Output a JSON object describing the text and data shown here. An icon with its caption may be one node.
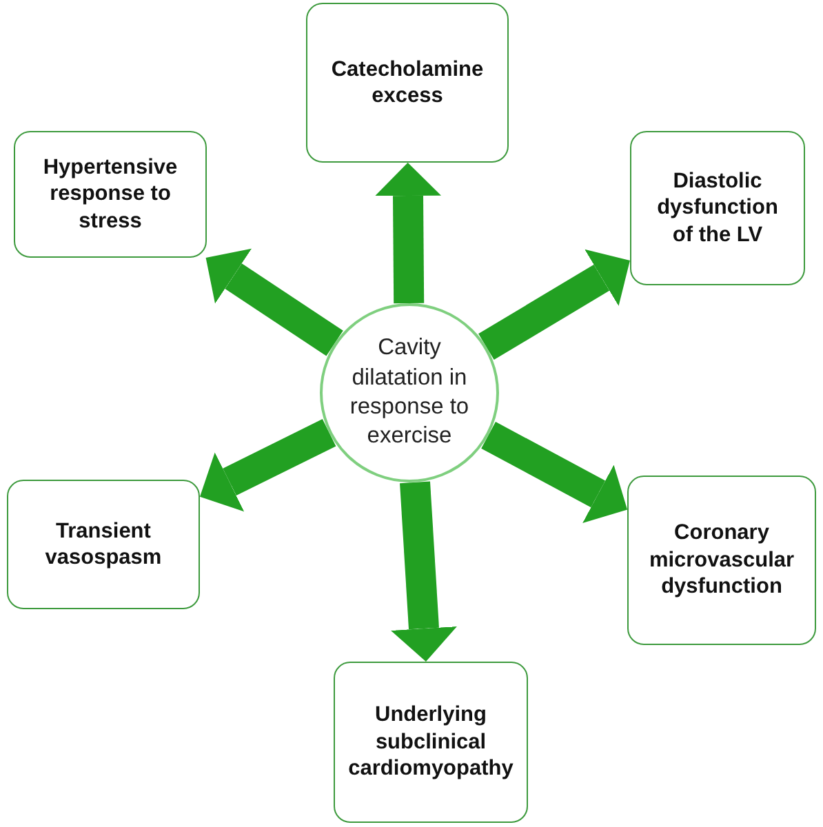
{
  "diagram": {
    "nodes": [
      {
        "text": [
          "Catecholamine excess"
        ]
      },
      {
        "text": [
          "Hypertensive response to stress"
        ]
      },
      {
        "text": [
          "Diastolic dysfunction of the LV"
        ]
      },
      {
        "text": [
          "Cavity dilatation in response to exercise"
        ]
      },
      {
        "text": [
          "Transient vasospasm"
        ]
      },
      {
        "text": [
          "Coronary microvascular dysfunction"
        ]
      },
      {
        "text": [
          "Underlying subclinical cardiomyopathy"
        ]
      }
    ],
    "edges": [
      {
        "from": 3,
        "to": 0,
        "arrow": "to"
      },
      {
        "from": 3,
        "to": 1,
        "arrow": "to"
      },
      {
        "from": 3,
        "to": 2,
        "arrow": "to"
      },
      {
        "from": 3,
        "to": 4,
        "arrow": "to"
      },
      {
        "from": 3,
        "to": 5,
        "arrow": "to"
      },
      {
        "from": 3,
        "to": 6,
        "arrow": "to"
      }
    ]
  }
}
